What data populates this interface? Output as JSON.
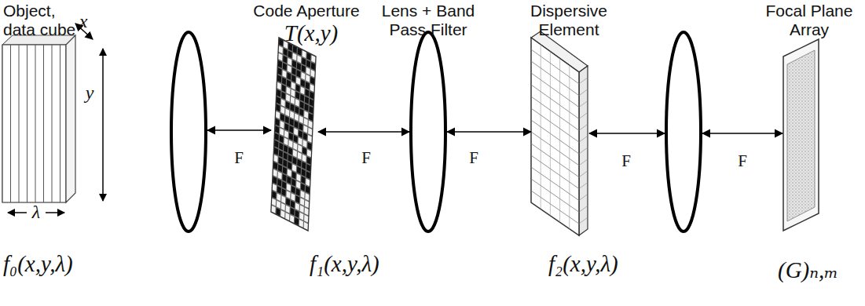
{
  "diagram": {
    "labels": [
      "Object, data cube",
      "x",
      "y",
      "λ",
      "f₀(x,y,λ)",
      "F",
      "F",
      "F",
      "F",
      "F",
      "Code Aperture",
      "T(x,y)",
      "Lens + Band Pass Filter",
      "Dispersive Element",
      "f₁(x,y,λ)",
      "f₂(x,y,λ)",
      "Focal Plane Array",
      "(G)ₙ,ₘ"
    ]
  }
}
